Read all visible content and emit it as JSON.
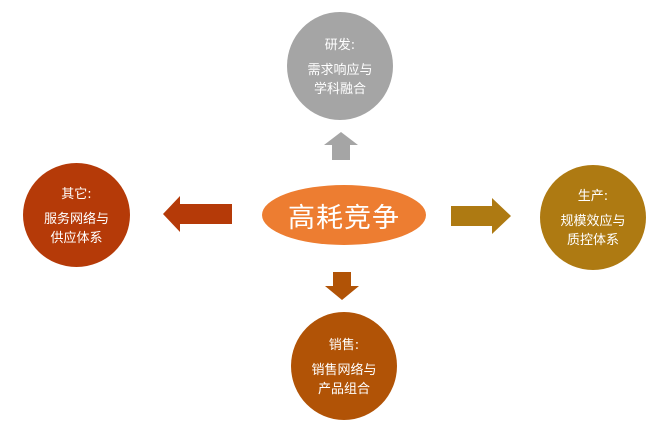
{
  "center": {
    "label": "高耗竞争"
  },
  "nodes": {
    "top": {
      "title": "研发:",
      "line1": "需求响应与",
      "line2": "学科融合"
    },
    "left": {
      "title": "其它:",
      "line1": "服务网络与",
      "line2": "供应体系"
    },
    "right": {
      "title": "生产:",
      "line1": "规模效应与",
      "line2": "质控体系"
    },
    "bottom": {
      "title": "销售:",
      "line1": "销售网络与",
      "line2": "产品组合"
    }
  },
  "colors": {
    "center": "#ed7d31",
    "top": "#a5a5a5",
    "left": "#b53a08",
    "right": "#ae7a12",
    "bottom": "#b15306"
  }
}
